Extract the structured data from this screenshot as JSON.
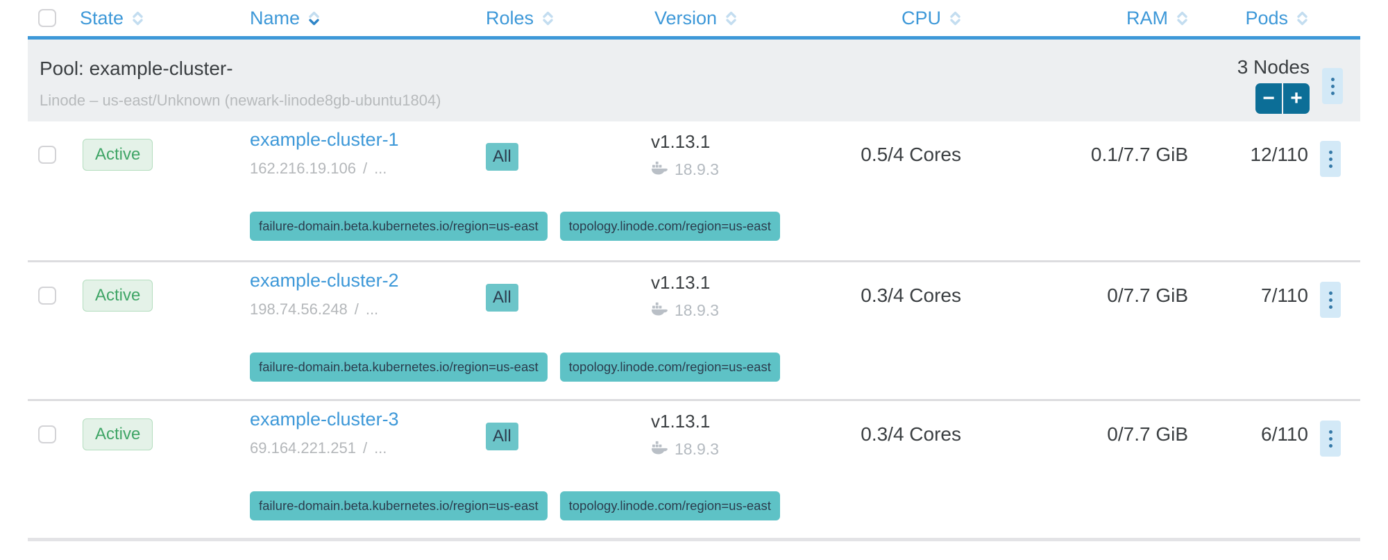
{
  "table": {
    "columns": [
      {
        "label": "State",
        "sort": "none"
      },
      {
        "label": "Name",
        "sort": "descending"
      },
      {
        "label": "Roles",
        "sort": "none"
      },
      {
        "label": "Version",
        "sort": "none"
      },
      {
        "label": "CPU",
        "sort": "none"
      },
      {
        "label": "RAM",
        "sort": "none"
      },
      {
        "label": "Pods",
        "sort": "none"
      }
    ],
    "pool": {
      "title": "Pool: example-cluster-",
      "subtitle": "Linode – us-east/Unknown (newark-linode8gb-ubuntu1804)",
      "node_count": "3 Nodes",
      "scale_down_label": "−",
      "scale_up_label": "+"
    },
    "rows": [
      {
        "state": "Active",
        "name": "example-cluster-1",
        "ip": "162.216.19.106",
        "ip_separator": "/",
        "ip_more": "...",
        "roles": "All",
        "version": "v1.13.1",
        "docker_version": "18.9.3",
        "cpu": "0.5/4 Cores",
        "ram": "0.1/7.7 GiB",
        "pods": "12/110",
        "labels": [
          "failure-domain.beta.kubernetes.io/region=us-east",
          "topology.linode.com/region=us-east"
        ]
      },
      {
        "state": "Active",
        "name": "example-cluster-2",
        "ip": "198.74.56.248",
        "ip_separator": "/",
        "ip_more": "...",
        "roles": "All",
        "version": "v1.13.1",
        "docker_version": "18.9.3",
        "cpu": "0.3/4 Cores",
        "ram": "0/7.7 GiB",
        "pods": "7/110",
        "labels": [
          "failure-domain.beta.kubernetes.io/region=us-east",
          "topology.linode.com/region=us-east"
        ]
      },
      {
        "state": "Active",
        "name": "example-cluster-3",
        "ip": "69.164.221.251",
        "ip_separator": "/",
        "ip_more": "...",
        "roles": "All",
        "version": "v1.13.1",
        "docker_version": "18.9.3",
        "cpu": "0.3/4 Cores",
        "ram": "0/7.7 GiB",
        "pods": "6/110",
        "labels": [
          "failure-domain.beta.kubernetes.io/region=us-east",
          "topology.linode.com/region=us-east"
        ]
      }
    ],
    "icons": {
      "sort": "double-chevron-up-down",
      "docker": "docker-whale",
      "menu": "kebab-vertical-dots",
      "scale_down": "minus",
      "scale_up": "plus"
    },
    "colors": {
      "accent_blue": "#3d98d8",
      "header_border": "#3d98d8",
      "pool_background": "#edeff1",
      "scale_button_blue": "#0c6e97",
      "kebab_background": "#d3e9f7",
      "active_green": "#3fa566",
      "active_badge_bg": "#e4f2e8",
      "roles_teal": "#6cc5c9",
      "tag_teal": "#5ec2c6",
      "muted_gray": "#b4b7ba",
      "text_dark": "#3a3e41"
    }
  }
}
